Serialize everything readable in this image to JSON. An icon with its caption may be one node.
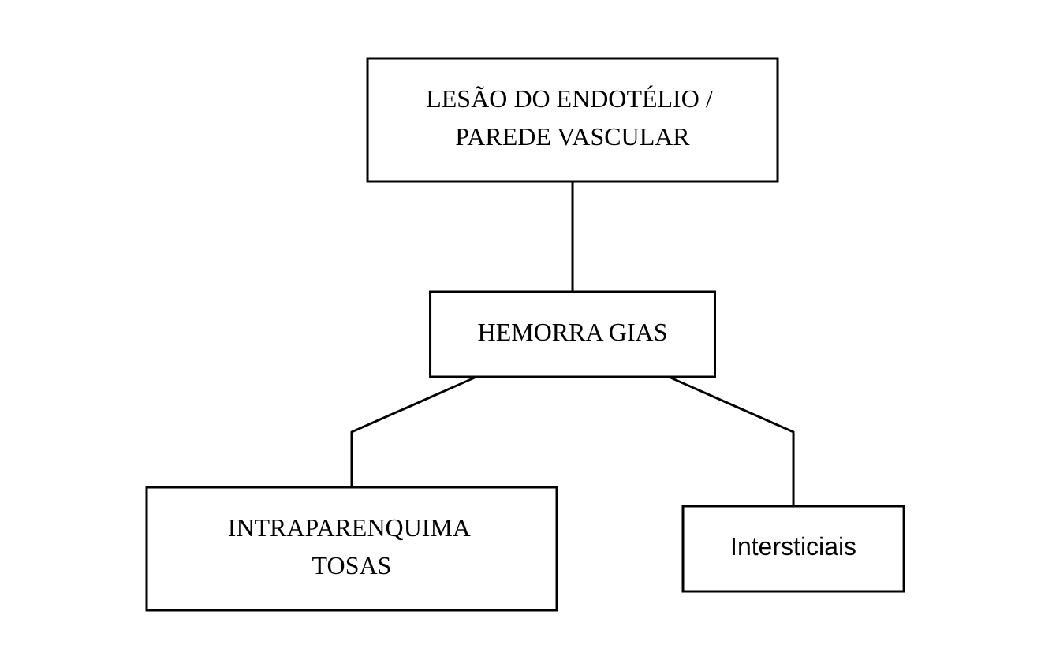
{
  "diagram": {
    "nodes": [
      {
        "text": [
          "LESÃO DO ENDOTÉLIO / PAREDE VASCULAR"
        ]
      },
      {
        "text": [
          "HEMORRA GIAS"
        ]
      },
      {
        "text": [
          "INTRAPARENQUIMA TOSAS"
        ]
      },
      {
        "text": [
          "Intersticiais"
        ]
      }
    ],
    "edges": [
      {
        "from": 0,
        "to": 1,
        "arrow": "none"
      },
      {
        "from": 1,
        "to": 2,
        "arrow": "none"
      },
      {
        "from": 1,
        "to": 3,
        "arrow": "none"
      }
    ]
  }
}
